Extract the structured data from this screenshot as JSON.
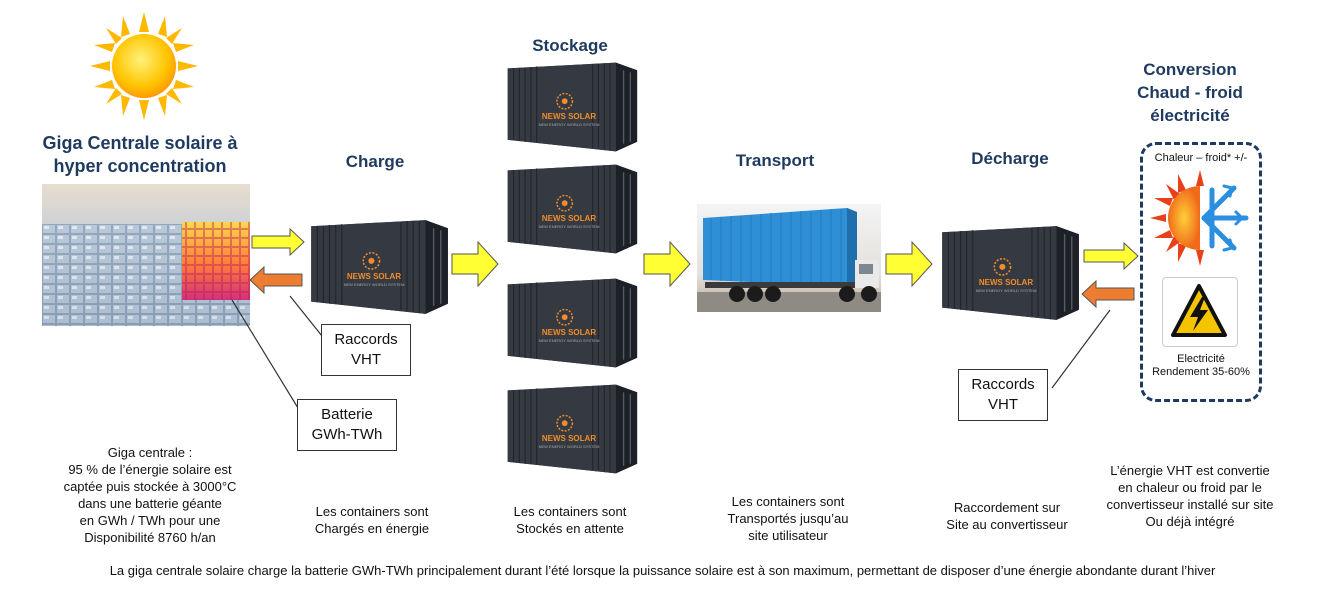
{
  "titles": {
    "centrale": [
      "Giga Centrale  solaire à",
      "hyper concentration"
    ],
    "charge": "Charge",
    "stockage": "Stockage",
    "transport": "Transport",
    "decharge": "Décharge",
    "conversion": [
      "Conversion",
      "Chaud - froid",
      "électricité"
    ]
  },
  "boxes": {
    "raccords_left": [
      "Raccords",
      "VHT"
    ],
    "batterie": [
      "Batterie",
      "GWh-TWh"
    ],
    "raccords_right": [
      "Raccords",
      "VHT"
    ]
  },
  "container_brand": "NEWS SOLAR",
  "container_tagline": "NEW ENERGY WORLD SYSTEM",
  "conversion_panel": {
    "heat_label": "Chaleur – froid* +/-",
    "elec_label_1": "Electricité",
    "elec_label_2": "Rendement 35-60%"
  },
  "descriptions": {
    "centrale": [
      "Giga centrale :",
      "95 % de l’énergie solaire est",
      "captée puis stockée à 3000°C",
      "dans une batterie géante",
      "en GWh / TWh pour une",
      "Disponibilité 8760 h/an"
    ],
    "charge": [
      "Les containers sont",
      "Chargés en énergie"
    ],
    "stockage": [
      "Les containers sont",
      "Stockés en attente"
    ],
    "transport": [
      "Les containers sont",
      "Transportés jusqu’au",
      "site utilisateur"
    ],
    "decharge": [
      "Raccordement sur",
      "Site au convertisseur"
    ],
    "conversion": [
      "L’énergie VHT est convertie",
      "en chaleur ou froid par le",
      "convertisseur installé sur site",
      "Ou déjà intégré"
    ]
  },
  "footer": "La giga centrale solaire charge la batterie GWh-TWh principalement durant l’été lorsque la puissance solaire est à son maximum, permettant de disposer d’une énergie abondante durant l’hiver",
  "colors": {
    "title": "#1f3a5f",
    "arrow_yellow": "#ffff33",
    "arrow_orange": "#ed7d31",
    "container": "#2b2f36",
    "truck_container": "#2f8fd6"
  }
}
